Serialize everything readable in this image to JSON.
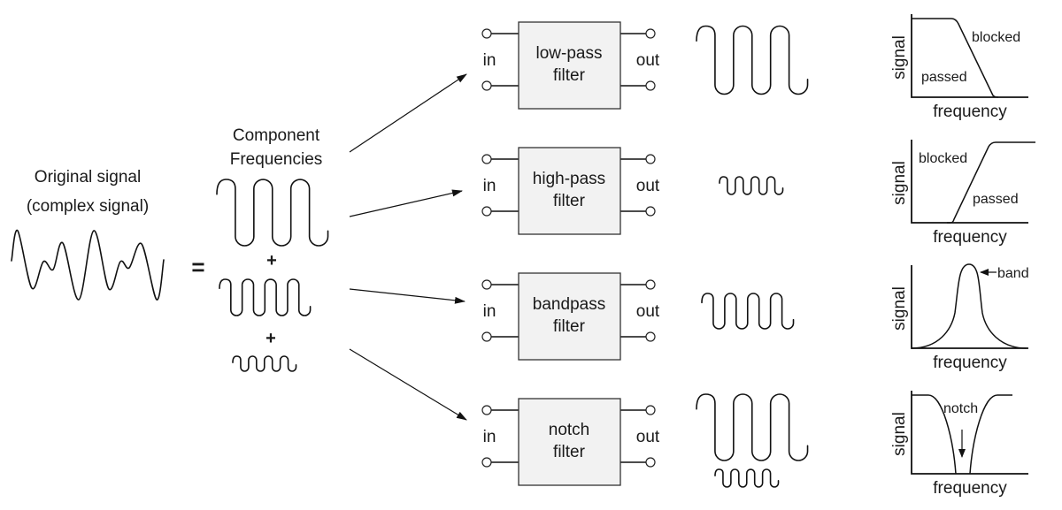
{
  "left": {
    "original_title_line1": "Original signal",
    "original_title_line2": "(complex signal)",
    "equals": "=",
    "components_title_line1": "Component",
    "components_title_line2": "Frequencies",
    "plus": "+"
  },
  "filters": [
    {
      "id": "low-pass",
      "name_line1": "low-pass",
      "name_line2": "filter",
      "in_label": "in",
      "out_label": "out",
      "output_components": [
        "low"
      ],
      "response": {
        "kind": "low-pass",
        "ylabel": "signal",
        "xlabel": "frequency",
        "annotations": [
          "blocked",
          "passed"
        ]
      }
    },
    {
      "id": "high-pass",
      "name_line1": "high-pass",
      "name_line2": "filter",
      "in_label": "in",
      "out_label": "out",
      "output_components": [
        "high"
      ],
      "response": {
        "kind": "high-pass",
        "ylabel": "signal",
        "xlabel": "frequency",
        "annotations": [
          "blocked",
          "passed"
        ]
      }
    },
    {
      "id": "bandpass",
      "name_line1": "bandpass",
      "name_line2": "filter",
      "in_label": "in",
      "out_label": "out",
      "output_components": [
        "mid"
      ],
      "response": {
        "kind": "bandpass",
        "ylabel": "signal",
        "xlabel": "frequency",
        "annotations": [
          "band"
        ]
      }
    },
    {
      "id": "notch",
      "name_line1": "notch",
      "name_line2": "filter",
      "in_label": "in",
      "out_label": "out",
      "output_components": [
        "low",
        "high"
      ],
      "response": {
        "kind": "notch",
        "ylabel": "signal",
        "xlabel": "frequency",
        "annotations": [
          "notch"
        ]
      }
    }
  ],
  "component_waves": [
    {
      "id": "low",
      "cycles": 3
    },
    {
      "id": "mid",
      "cycles": 4
    },
    {
      "id": "high",
      "cycles": 4
    }
  ]
}
